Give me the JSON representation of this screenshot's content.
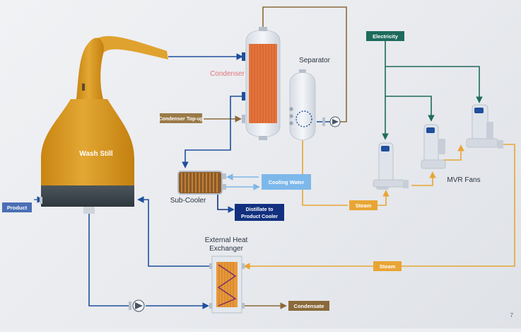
{
  "labels": {
    "wash_still": "Wash Still",
    "condenser": "Condenser",
    "separator": "Separator",
    "sub_cooler": "Sub-Cooler",
    "external_heat_exchanger_line1": "External Heat",
    "external_heat_exchanger_line2": "Exchanger",
    "mvr_fans": "MVR Fans"
  },
  "tags": {
    "product": "Product",
    "condenser_top_up": "Condenser Top-up",
    "cooling_water": "Cooling Water",
    "distillate_line1": "Distillate to",
    "distillate_line2": "Product Cooler",
    "electricity": "Electricity",
    "steam_upper": "Steam",
    "steam_lower": "Steam",
    "condensate": "Condensate"
  },
  "page_number": "7",
  "colors": {
    "background": "#eceef1",
    "copper": "#d9951e",
    "still_base": "#3f4a4f",
    "pipe_blue": "#1f4f9c",
    "pipe_brown": "#8a6a3a",
    "pipe_orange": "#e8a534",
    "pipe_light_blue": "#7fb7e6",
    "pipe_green": "#1e6b5c",
    "condenser_label": "#e0747a",
    "tag_product": "#4a6fb5",
    "tag_condenser_topup": "#9a7a48",
    "tag_cooling_water": "#7db8ea",
    "tag_distillate": "#12307f",
    "tag_electricity": "#1e6b5c",
    "tag_steam": "#e8a534",
    "tag_condensate": "#8a6a3a",
    "equipment_grey": "#dfe3ea"
  }
}
